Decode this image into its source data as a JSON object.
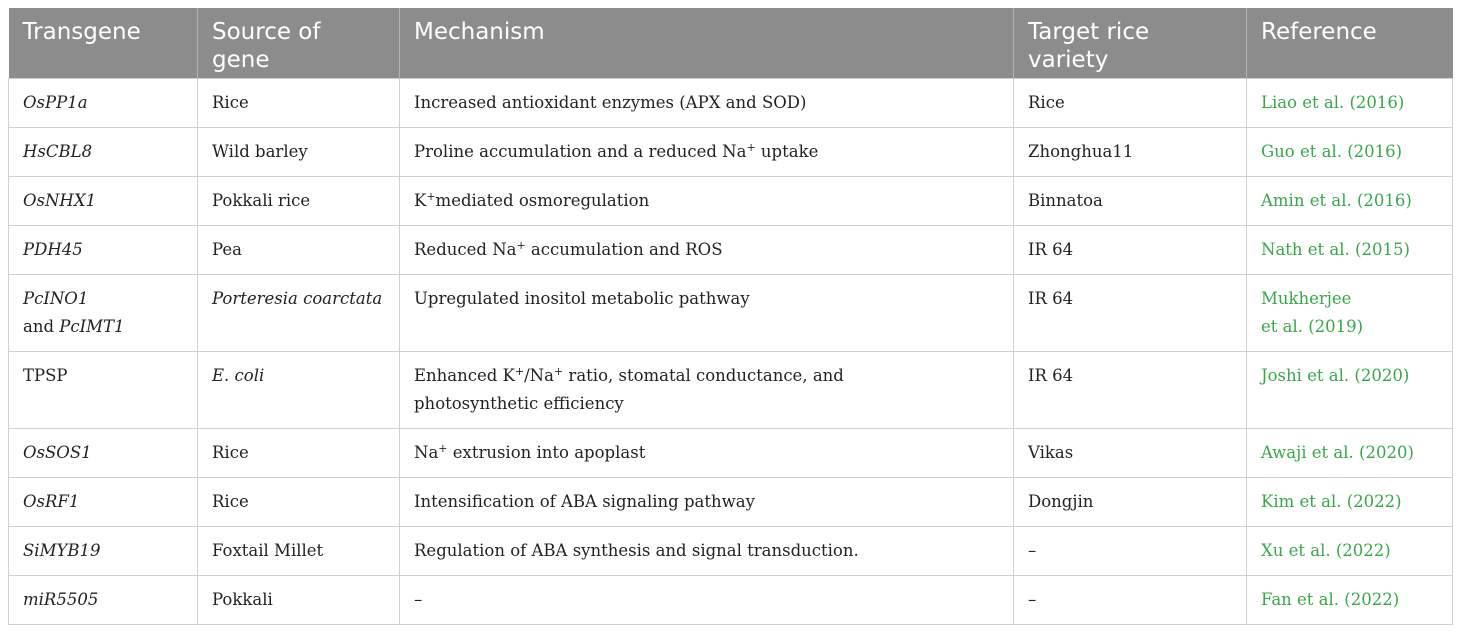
{
  "columns": [
    "Transgene",
    "Source of gene",
    "Mechanism",
    "Target rice variety",
    "Reference"
  ],
  "rows": [
    {
      "transgene": "OsPP1a",
      "source": "Rice",
      "mech_a": "Increased antioxidant enzymes (APX and SOD)",
      "target": "Rice",
      "ref": "Liao et al. (2016)"
    },
    {
      "transgene": "HsCBL8",
      "source": "Wild barley",
      "mech_a": "Proline accumulation and a reduced Na",
      "mech_b": " uptake",
      "target": "Zhonghua11",
      "ref": "Guo et al. (2016)"
    },
    {
      "transgene": "OsNHX1",
      "source": "Pokkali rice",
      "mech_a": "K",
      "mech_b": "mediated osmoregulation",
      "target": "Binnatoa",
      "ref": "Amin et al. (2016)"
    },
    {
      "transgene": "PDH45",
      "source": "Pea",
      "mech_a": "Reduced Na",
      "mech_b": " accumulation and ROS",
      "target": "IR 64",
      "ref": "Nath et al. (2015)"
    },
    {
      "transgene_a": "PcINO1",
      "transgene_mid": "and",
      "transgene_b": "PcIMT1",
      "source": "Porteresia coarctata",
      "mech_a": "Upregulated inositol metabolic pathway",
      "target": "IR 64",
      "ref_a": "Mukherjee",
      "ref_b": "et al. (2019)"
    },
    {
      "transgene": "TPSP",
      "source": "E. coli",
      "mech_a": "Enhanced K",
      "mech_b": "/Na",
      "mech_c": " ratio, stomatal conductance, and",
      "mech_d": "photosynthetic efficiency",
      "target": "IR 64",
      "ref": "Joshi et al. (2020)"
    },
    {
      "transgene": "OsSOS1",
      "source": "Rice",
      "mech_a": "Na",
      "mech_b": " extrusion into apoplast",
      "target": "Vikas",
      "ref": "Awaji et al. (2020)"
    },
    {
      "transgene": "OsRF1",
      "source": "Rice",
      "mech_a": "Intensification of ABA signaling pathway",
      "target": "Dongjin",
      "ref": "Kim et al. (2022)"
    },
    {
      "transgene": "SiMYB19",
      "source": "Foxtail Millet",
      "mech_a": "Regulation of ABA synthesis and signal transduction.",
      "target": "–",
      "ref": "Xu et al. (2022)"
    },
    {
      "transgene": "miR5505",
      "source": "Pokkali",
      "mech_a": "–",
      "target": "–",
      "ref": "Fan et al. (2022)"
    }
  ],
  "superscript": "+",
  "colors": {
    "header_bg": "#8c8c8c",
    "header_text": "#ffffff",
    "reference_link": "#3aa64a",
    "grid": "#cfcfcf"
  }
}
